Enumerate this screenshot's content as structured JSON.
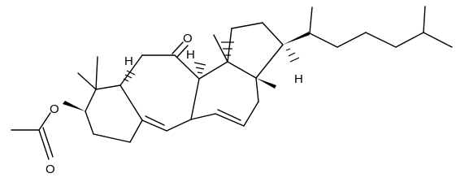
{
  "structure": {
    "atom_labels": {
      "ketone_oxygen": "O",
      "ester_oxygen": "O",
      "carbonyl_oxygen": "O",
      "h_left": "H",
      "h_middle": "H",
      "h_right": "H"
    }
  }
}
